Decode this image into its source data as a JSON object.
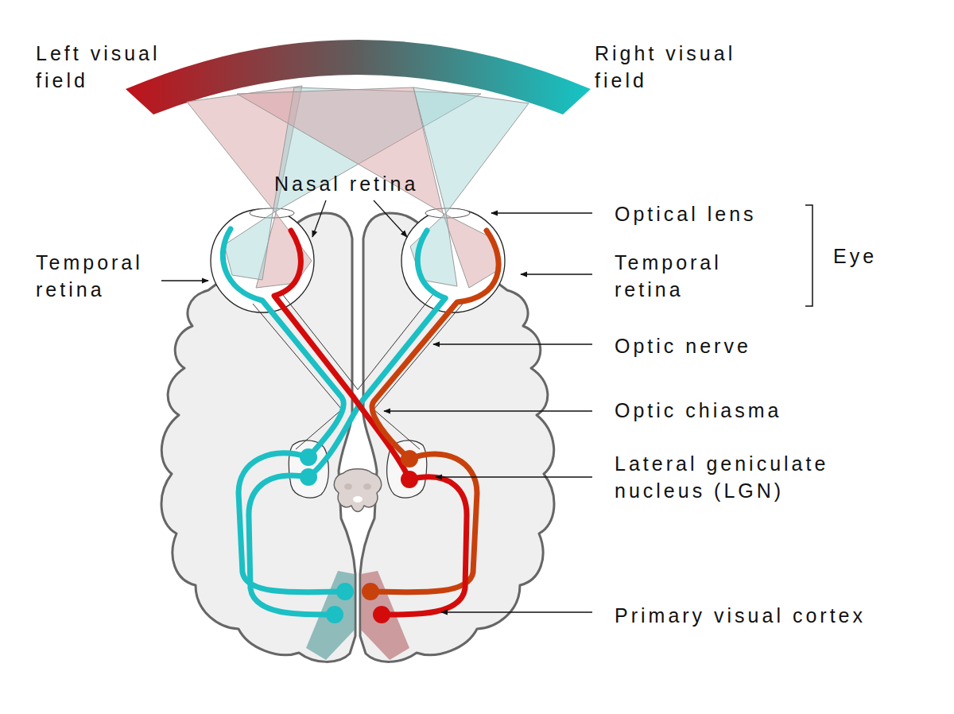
{
  "diagram": {
    "labels": [
      "Left visual field",
      "Right visual field",
      "Nasal retina",
      "Optical lens",
      "Temporal retina",
      "Temporal retina",
      "Eye",
      "Optic nerve",
      "Optic chiasma",
      "Lateral geniculate nucleus (LGN)",
      "Primary visual cortex"
    ]
  }
}
